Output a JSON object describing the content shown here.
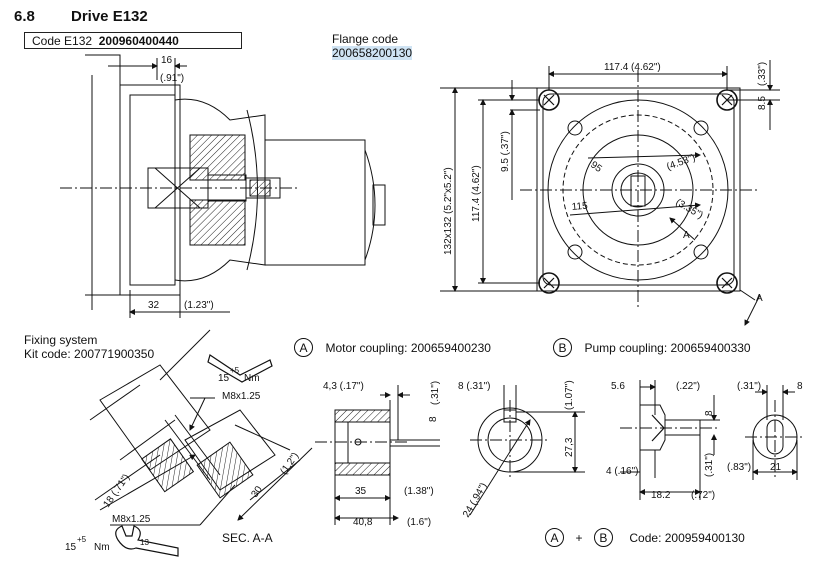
{
  "section": {
    "number": "6.8",
    "title": "Drive E132"
  },
  "code_box": {
    "label": "Code E132",
    "value": "200960400440"
  },
  "flange": {
    "label": "Flange code",
    "value": "200658200130"
  },
  "fixing": {
    "label": "Fixing system",
    "kit": "Kit code: 200771900350"
  },
  "couplings": {
    "a_letter": "A",
    "a_label": "Motor coupling: 200659400230",
    "b_letter": "B",
    "b_label": "Pump coupling: 200659400330",
    "plus": "+",
    "ab_label": "Code: 200959400130"
  },
  "sec_label": "SEC. A-A",
  "dims": {
    "d16": "16",
    "d91": "(.91\")",
    "d32": "32",
    "d123": "(1.23\")",
    "d1174top": "117.4  (4.62\")",
    "d033": "(.33\")",
    "d85": "8.5",
    "d132": "132x132  (5.2\"x5.2\")",
    "d1174v": "117.4  (4.62\")",
    "d95v": "9.5  (.37\")",
    "d95": "95",
    "d453": "(4.53\")",
    "d115": "115",
    "d335": "(3.35\")",
    "dA1": "A",
    "dA2": "A",
    "torque1": "15",
    "torque1sup": "+5",
    "nm1": "Nm",
    "m8a": "M8x1.25",
    "d18": "18 (.71\")",
    "d30": "30",
    "d12": "(1.2\")",
    "m8b": "M8x1.25",
    "torque2": "15",
    "torque2sup": "+5",
    "nm2": "Nm",
    "wrench": "13",
    "d43": "4,3  (.17\")",
    "d031a": "(.31\")",
    "d8a": "8",
    "d35": "35",
    "d138": "(1.38\")",
    "d408": "40,8",
    "d16in": "(1.6\")",
    "d8b": "8 (.31\")",
    "d107": "(1.07\")",
    "d273": "27,3",
    "d24": "24 (.94\")",
    "d56": "5.6",
    "d022": "(.22\")",
    "d8c": "8",
    "d4": "4 (.16\")",
    "d031b": "(.31\")",
    "d182": "18.2",
    "d072": "(.72\")",
    "d031c": "(.31\")",
    "d8d": "8",
    "d083": "(.83\")",
    "d21": "21"
  }
}
